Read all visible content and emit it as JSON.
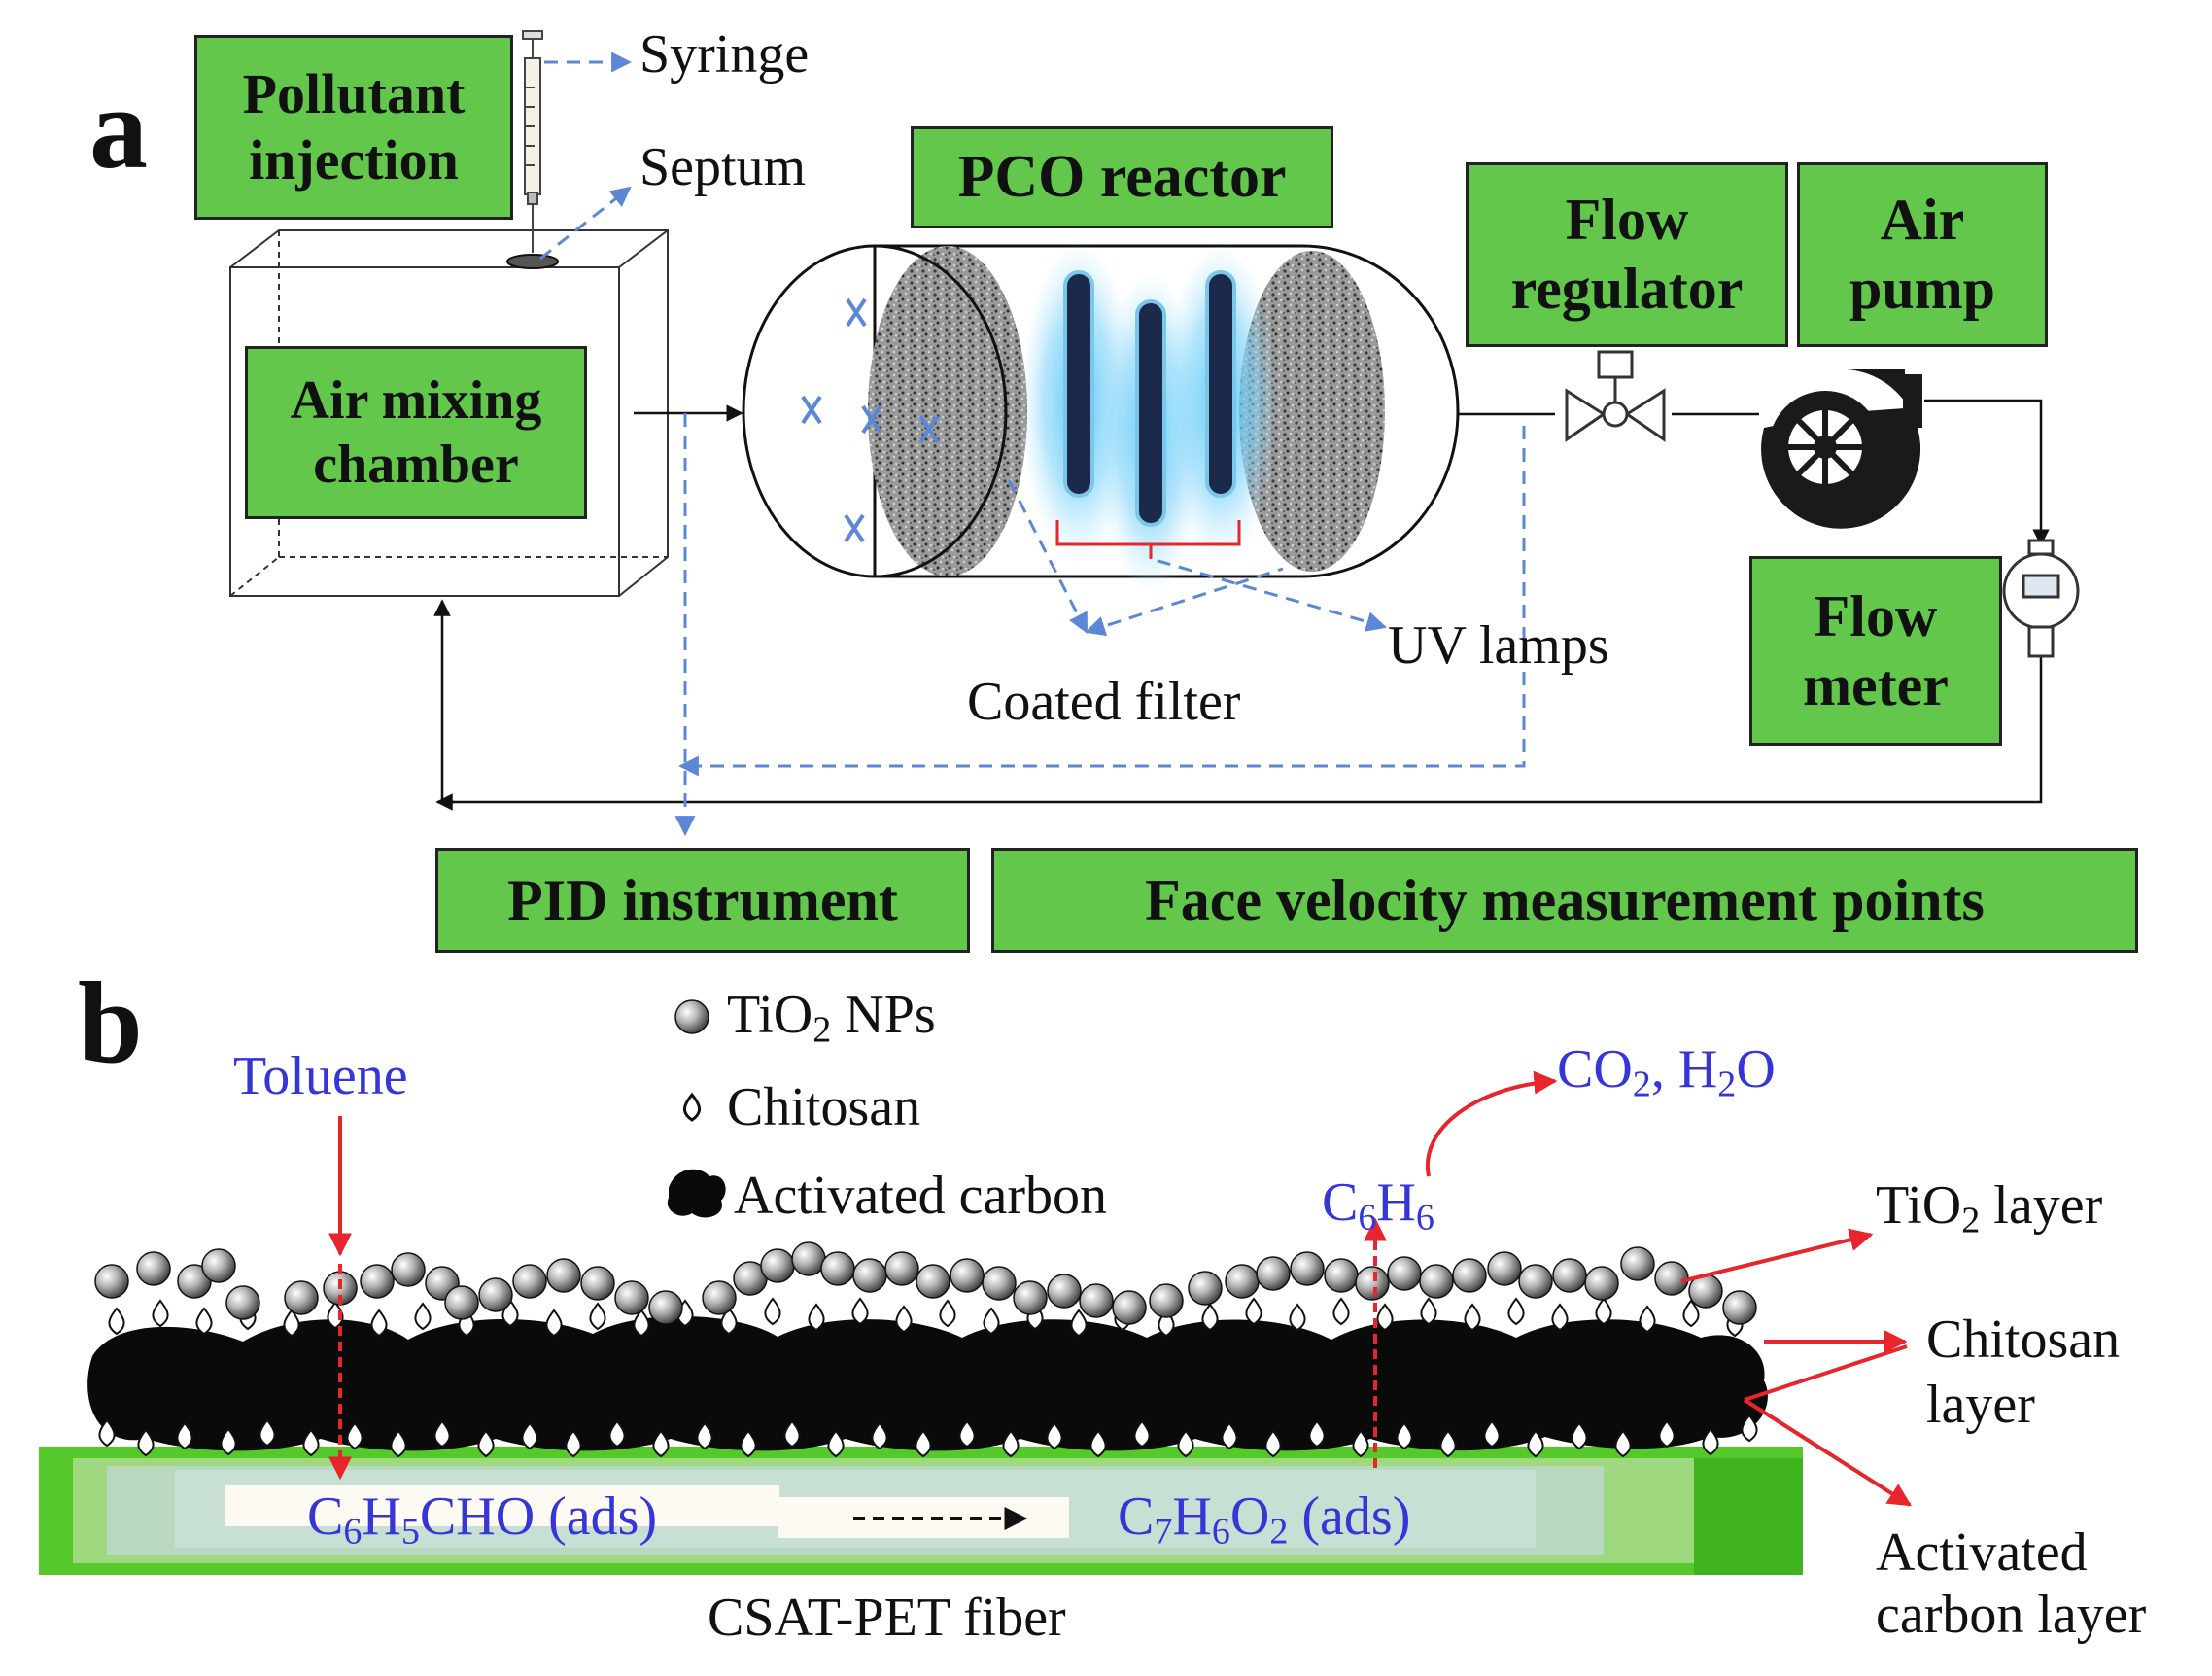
{
  "panels": {
    "a": "a",
    "b": "b"
  },
  "panel_a": {
    "boxes": {
      "pollutant_injection": [
        "Pollutant",
        "injection"
      ],
      "pco_reactor": "PCO reactor",
      "air_mixing_chamber": [
        "Air mixing",
        "chamber"
      ],
      "flow_regulator": [
        "Flow",
        "regulator"
      ],
      "air_pump": [
        "Air",
        "pump"
      ],
      "flow_meter": [
        "Flow",
        "meter"
      ],
      "pid_instrument": "PID instrument",
      "face_velocity": "Face velocity measurement points"
    },
    "callouts": {
      "syringe": "Syringe",
      "septum": "Septum",
      "uv_lamps": "UV lamps",
      "coated_filter": "Coated filter"
    }
  },
  "panel_b": {
    "legend": {
      "tio2": "TiO",
      "tio2_sub": "2",
      "tio2_suffix": " NPs",
      "chitosan": "Chitosan",
      "activated_carbon": "Activated carbon"
    },
    "species": {
      "toluene": "Toluene",
      "co2_a": "CO",
      "co2_sub": "2",
      "co2_b": ", H",
      "h2o_sub": "2",
      "h2o_c": "O",
      "c6h6_c": "C",
      "c6h6_sub1": "6",
      "c6h6_h": "H",
      "c6h6_sub2": "6",
      "benzaldehyde": {
        "c": "C",
        "s1": "6",
        "h": "H",
        "s2": "5",
        "rest": "CHO (ads)"
      },
      "benzoic": {
        "c": "C",
        "s1": "7",
        "h": "H",
        "s2": "6",
        "o": "O",
        "s3": "2",
        "rest": " (ads)"
      }
    },
    "layers": {
      "tio2_layer_a": "TiO",
      "tio2_layer_sub": "2",
      "tio2_layer_b": " layer",
      "chitosan_layer": [
        "Chitosan",
        "layer"
      ],
      "activated_carbon_layer": [
        "Activated",
        "carbon layer"
      ]
    },
    "fiber_label": "CSAT-PET fiber"
  },
  "colors": {
    "box_green": "#63c74b",
    "species_blue": "#3535d8",
    "arrow_red": "#e8242c",
    "dashed_blue": "#5b87d6",
    "fiber_green": "#55c82a"
  }
}
